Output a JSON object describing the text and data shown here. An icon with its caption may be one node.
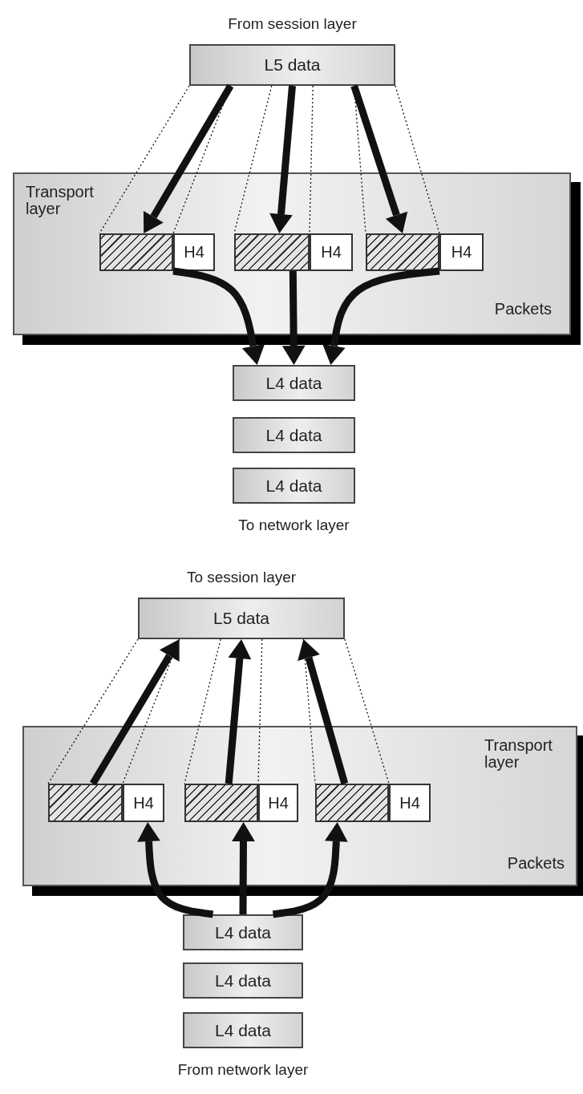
{
  "diagram": {
    "nodes": [
      {
        "text": [
          "L5 data"
        ],
        "beside": [
          "From session layer"
        ]
      },
      {
        "text": [
          "Transport layer",
          "Packets"
        ]
      },
      {
        "text": [],
        "shape": "box",
        "in": 1
      },
      {
        "text": [
          "H4"
        ],
        "in": 1
      },
      {
        "text": [],
        "shape": "box",
        "in": 1
      },
      {
        "text": [
          "H4"
        ],
        "in": 1
      },
      {
        "text": [],
        "shape": "box",
        "in": 1
      },
      {
        "text": [
          "H4"
        ],
        "in": 1
      },
      {
        "text": [
          "L4 data"
        ]
      },
      {
        "text": [
          "L4 data"
        ]
      },
      {
        "text": [
          "L4 data"
        ],
        "beside": [
          "To network layer"
        ]
      },
      {
        "text": [
          "L5 data"
        ],
        "beside": [
          "To session layer"
        ]
      },
      {
        "text": [
          "Transport layer",
          "Packets"
        ]
      },
      {
        "text": [],
        "shape": "box",
        "in": 12
      },
      {
        "text": [
          "H4"
        ],
        "in": 12
      },
      {
        "text": [],
        "shape": "box",
        "in": 12
      },
      {
        "text": [
          "H4"
        ],
        "in": 12
      },
      {
        "text": [],
        "shape": "box",
        "in": 12
      },
      {
        "text": [
          "H4"
        ],
        "in": 12
      },
      {
        "text": [
          "L4 data"
        ]
      },
      {
        "text": [
          "L4 data"
        ]
      },
      {
        "text": [
          "L4 data"
        ],
        "beside": [
          "From network layer"
        ]
      }
    ],
    "edges": [
      {
        "from": 0,
        "to": 2,
        "arrow": "to",
        "style": "thick"
      },
      {
        "from": 0,
        "to": 4,
        "arrow": "to",
        "style": "thick"
      },
      {
        "from": 0,
        "to": 6,
        "arrow": "to",
        "style": "thick"
      },
      {
        "from": 0,
        "to": 2,
        "arrow": "none",
        "style": "dashed"
      },
      {
        "from": 0,
        "to": 2,
        "arrow": "none",
        "style": "dashed"
      },
      {
        "from": 0,
        "to": 4,
        "arrow": "none",
        "style": "dashed"
      },
      {
        "from": 0,
        "to": 4,
        "arrow": "none",
        "style": "dashed"
      },
      {
        "from": 0,
        "to": 6,
        "arrow": "none",
        "style": "dashed"
      },
      {
        "from": 0,
        "to": 6,
        "arrow": "none",
        "style": "dashed"
      },
      {
        "from": 3,
        "to": 8,
        "arrow": "to",
        "style": "thick"
      },
      {
        "from": 4,
        "to": 8,
        "arrow": "to",
        "style": "thick"
      },
      {
        "from": 6,
        "to": 8,
        "arrow": "to",
        "style": "thick"
      },
      {
        "from": 13,
        "to": 11,
        "arrow": "to",
        "style": "thick"
      },
      {
        "from": 15,
        "to": 11,
        "arrow": "to",
        "style": "thick"
      },
      {
        "from": 17,
        "to": 11,
        "arrow": "to",
        "style": "thick"
      },
      {
        "from": 11,
        "to": 13,
        "arrow": "none",
        "style": "dashed"
      },
      {
        "from": 11,
        "to": 13,
        "arrow": "none",
        "style": "dashed"
      },
      {
        "from": 11,
        "to": 15,
        "arrow": "none",
        "style": "dashed"
      },
      {
        "from": 11,
        "to": 15,
        "arrow": "none",
        "style": "dashed"
      },
      {
        "from": 11,
        "to": 17,
        "arrow": "none",
        "style": "dashed"
      },
      {
        "from": 11,
        "to": 17,
        "arrow": "none",
        "style": "dashed"
      },
      {
        "from": 19,
        "to": 14,
        "arrow": "to",
        "style": "thick"
      },
      {
        "from": 19,
        "to": 15,
        "arrow": "to",
        "style": "thick"
      },
      {
        "from": 19,
        "to": 17,
        "arrow": "to",
        "style": "thick"
      }
    ]
  }
}
